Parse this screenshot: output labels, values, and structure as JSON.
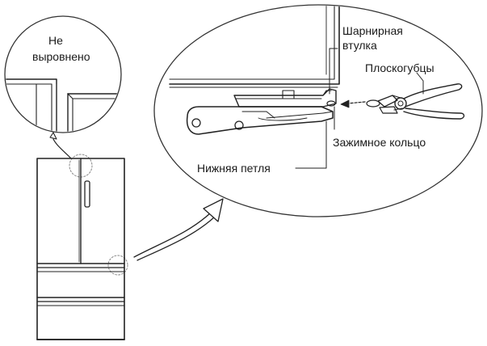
{
  "labels": {
    "not_aligned_line1": "Не",
    "not_aligned_line2": "выровнено",
    "hinge_bushing_line1": "Шарнирная",
    "hinge_bushing_line2": "втулка",
    "pliers": "Плоскогубцы",
    "clamp_ring": "Зажимное кольцо",
    "lower_hinge": "Нижняя петля"
  }
}
